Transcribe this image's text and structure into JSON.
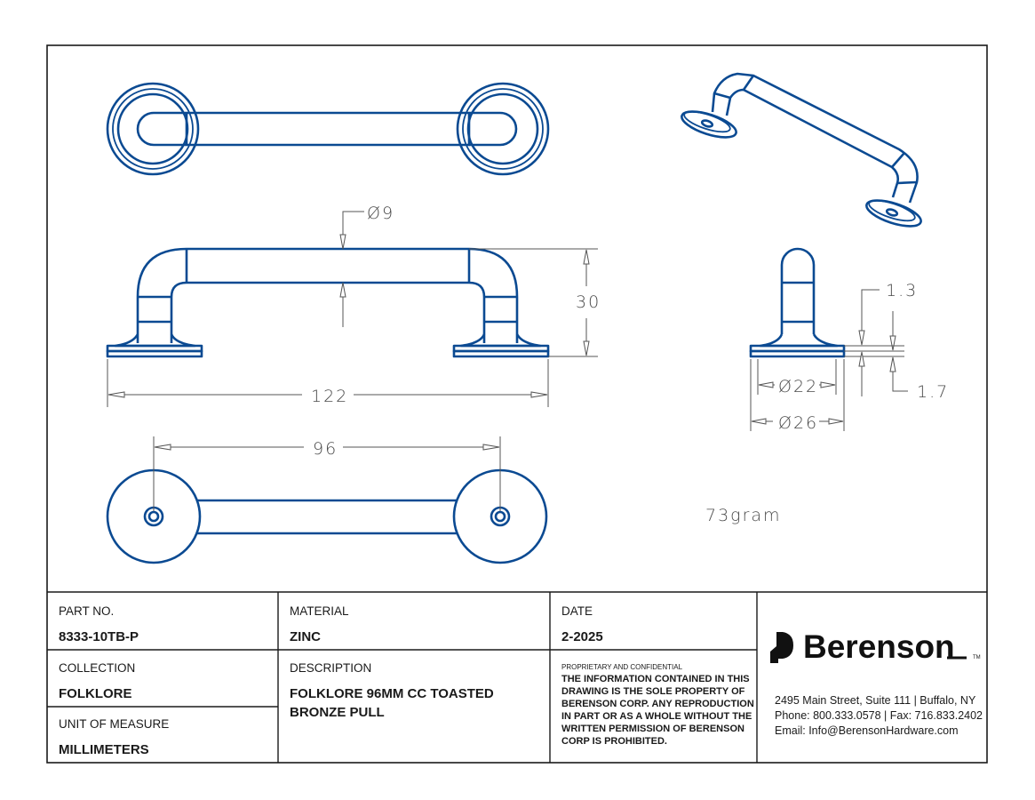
{
  "dimensions": {
    "tube_diameter": "9",
    "height": "30",
    "overall_length": "122",
    "center_to_center": "96",
    "base_inner_diameter": "22",
    "base_outer_diameter": "26",
    "base_step_top": "1.3",
    "base_step_bottom": "1.7",
    "diameter_symbol": "Ø"
  },
  "weight_note": "73gram",
  "title_block": {
    "part_no": {
      "label": "PART NO.",
      "value": "8333-10TB-P"
    },
    "material": {
      "label": "MATERIAL",
      "value": "ZINC"
    },
    "date": {
      "label": "DATE",
      "value": "2-2025"
    },
    "collection": {
      "label": "COLLECTION",
      "value": "FOLKLORE"
    },
    "description": {
      "label": "DESCRIPTION",
      "value_line1": "FOLKLORE 96MM CC TOASTED",
      "value_line2": "BRONZE PULL"
    },
    "unit": {
      "label": "UNIT OF MEASURE",
      "value": "MILLIMETERS"
    },
    "notice": {
      "heading": "PROPRIETARY AND CONFIDENTIAL",
      "lines": [
        "THE INFORMATION CONTAINED IN THIS",
        "DRAWING IS THE SOLE PROPERTY OF",
        "BERENSON CORP. ANY REPRODUCTION",
        "IN PART OR AS A WHOLE WITHOUT THE",
        "WRITTEN PERMISSION OF BERENSON",
        "CORP IS PROHIBITED."
      ]
    }
  },
  "company": {
    "name": "Berenson",
    "tm": "TM",
    "address": "2495 Main Street, Suite 111 | Buffalo, NY",
    "phone_fax": "Phone: 800.333.0578 | Fax: 716.833.2402",
    "email": "Email: Info@BerensonHardware.com"
  },
  "colors": {
    "part_stroke": "#0b4a92",
    "dimension": "#555555",
    "border": "#1a1a1a"
  }
}
